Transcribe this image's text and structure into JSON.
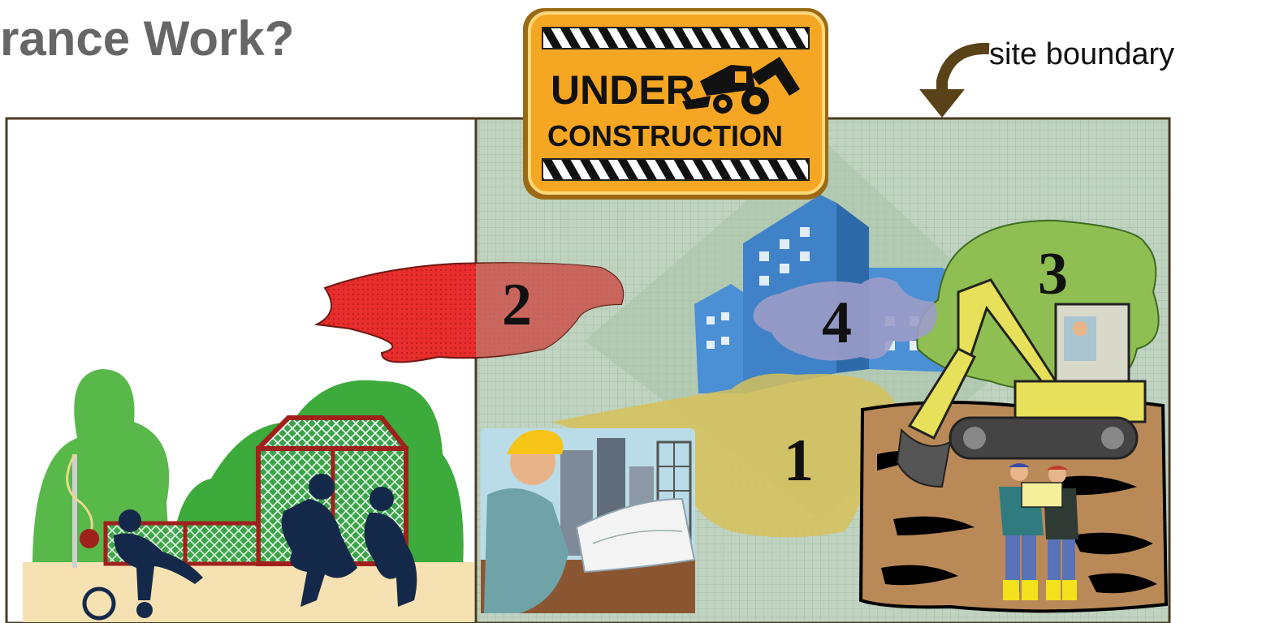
{
  "title": "rance Work?",
  "boundary_label": "site boundary",
  "sign": {
    "line1": "UNDER",
    "line2": "CONSTRUCTION"
  },
  "zones": [
    {
      "label": "1",
      "color": "#d6c15a"
    },
    {
      "label": "2",
      "color": "#e03a36"
    },
    {
      "label": "3",
      "color": "#8fbf52"
    },
    {
      "label": "4",
      "color": "#9c9cc8"
    }
  ],
  "colors": {
    "site_fill": "#bfd3c0",
    "site_grid": "#9fb8a4",
    "border": "#4a3b1f",
    "tree_green": "#58b84a",
    "fence_red": "#a0201c",
    "silhouette": "#14294a",
    "ground": "#f6e1b2",
    "sign_orange": "#f5a623"
  }
}
